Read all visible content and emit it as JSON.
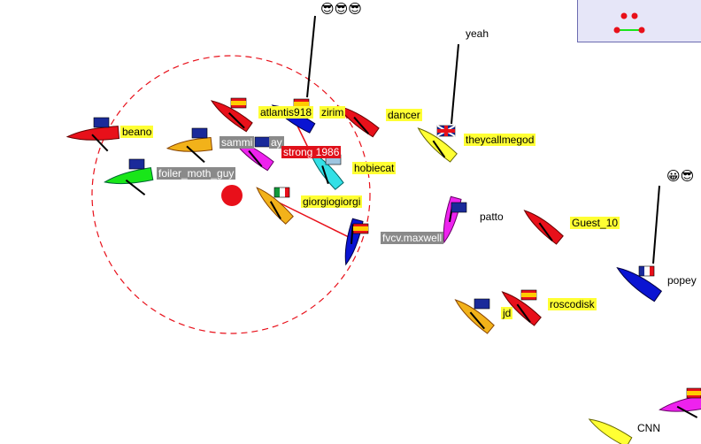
{
  "players": {
    "beano": "beano",
    "foiler_moth_guy": "foiler_moth_guy",
    "sammy": "sammi",
    "tay": "ay",
    "atlantis918": "atlantis918",
    "zirim": "zirim",
    "dancer": "dancer",
    "strong1986": "strong 1986",
    "hobiecat": "hobiecat",
    "yeah": "yeah",
    "theycallmegod": "theycallmegod",
    "giorgio": "giorgiogiorgi",
    "fvcv": "fvcv.maxwell",
    "patto": "patto",
    "guest10": "Guest_10",
    "popey": "popey",
    "jd": "jd",
    "roscodisk": "roscodisk",
    "cnn": "CNN"
  },
  "emotes": {
    "top": "😎😎😎",
    "right": "😀😎"
  },
  "colors": {
    "red": "#e8101a",
    "yellow": "#ffcc00",
    "green": "#19e619",
    "blue": "#0a14d2",
    "magenta": "#ee22ee",
    "cyan": "#33e0e6",
    "orange": "#f2b21a"
  }
}
